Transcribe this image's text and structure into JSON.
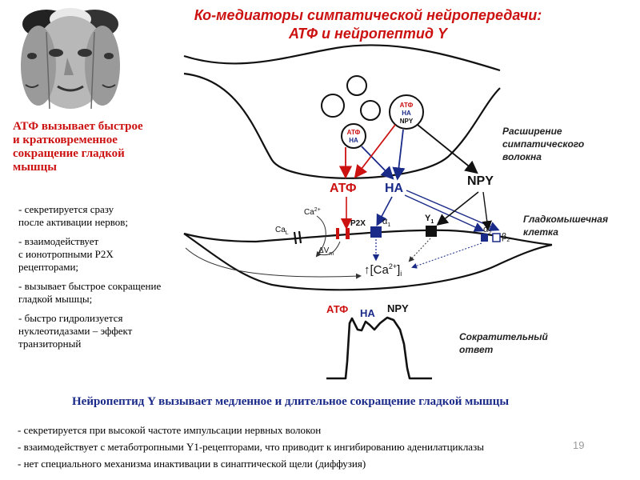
{
  "title": {
    "line1": "Ко-медиаторы симпатической нейропередачи:",
    "line2": "АТФ и нейропептид  Y"
  },
  "photo": {
    "icon": "multi-faced-head-photo"
  },
  "atp_section": {
    "heading": "АТФ вызывает быстрое\nи кратковременное\nсокращение гладкой\nмышцы",
    "bullets": [
      "- секретируется сразу\nпосле активации нервов;",
      "- взаимодействует\nс ионотропными Р2Х\nрецепторами;",
      "-  вызывает быстрое сокращение\nгладкой мышцы;",
      "- быстро гидролизуется\nнуклеотидазами – эффект\nтранзиторный"
    ]
  },
  "diagram": {
    "vesicle_large": [
      "АТФ",
      "НА",
      "NPY"
    ],
    "vesicle_small": [
      "АТФ",
      "НА"
    ],
    "label_expansion": [
      "Расширение",
      "симпатического",
      "волокна"
    ],
    "label_smooth_cell": [
      "Гладкомышечная",
      "клетка"
    ],
    "label_response": [
      "Сократительный",
      "ответ"
    ],
    "mediator_atp": "АТФ",
    "mediator_na": "НА",
    "mediator_npy": "NPY",
    "receptor_p2x": "P2X",
    "receptor_a1": "α",
    "receptor_a1_sub": "1",
    "receptor_y1": "Y",
    "receptor_y1_sub": "1",
    "receptor_a2": "α",
    "receptor_a2_sub": "2",
    "receptor_b2": "β",
    "receptor_b2_sub": "2",
    "channel_ca": "Ca",
    "channel_ca_sub": "L",
    "ca_ion": "Ca",
    "ca_ion_sup": "2+",
    "dv": "ΔV",
    "dv_sub": "m",
    "ca_intracellular": "↑[Ca",
    "ca_intracellular_sup": "2+",
    "ca_intracellular_close": "]",
    "ca_intracellular_sub": "i",
    "graph_atp": "АТФ",
    "graph_na": "НА",
    "graph_npy": "NPY",
    "colors": {
      "atp": "#cc1111",
      "na": "#1a2a88",
      "npy": "#111111"
    }
  },
  "npy_section": {
    "heading": "Нейропептид Y вызывает медленное и длительное сокращение гладкой мышцы",
    "bullets": [
      "-   секретируется при высокой частоте импульсации нервных волокон",
      "-  взаимодействует с метаботропными Y1-рецепторами, что приводит к  ингибированию аденилатциклазы",
      "- нет специального механизма инактивации в синаптической щели (диффузия)"
    ]
  },
  "page_number": "19"
}
